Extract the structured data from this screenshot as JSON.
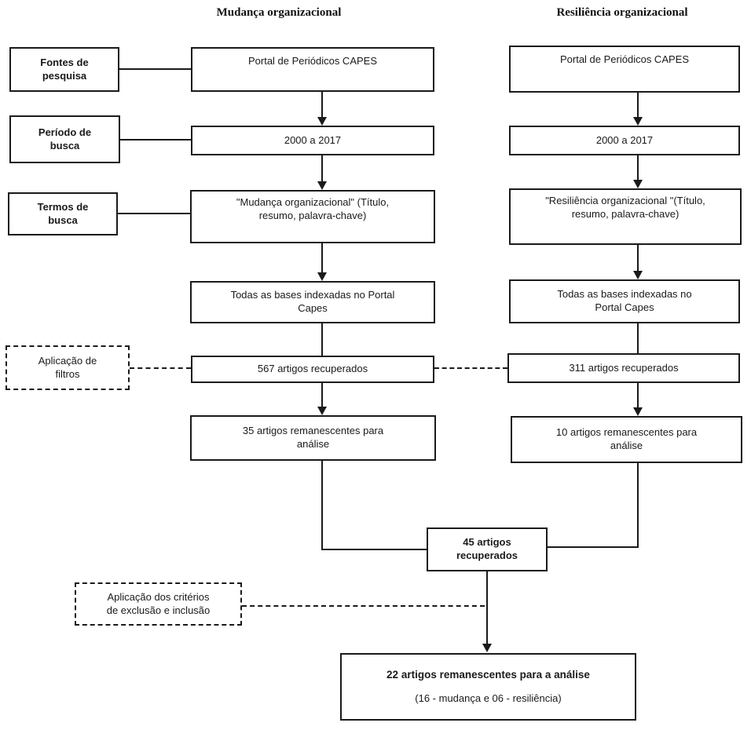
{
  "titles": {
    "left": "Mudança organizacional",
    "right": "Resiliência organizacional"
  },
  "side_labels": {
    "fontes": {
      "line1": "Fontes de",
      "line2": "pesquisa"
    },
    "periodo": {
      "line1": "Período de",
      "line2": "busca"
    },
    "termos": {
      "line1": "Termos de",
      "line2": "busca"
    },
    "filtros": {
      "line1": "Aplicação de",
      "line2": "filtros"
    },
    "criterios": {
      "line1": "Aplicação dos critérios",
      "line2": "de exclusão e inclusão"
    }
  },
  "left_column": {
    "source": "Portal de Periódicos CAPES",
    "period": "2000 a 2017",
    "terms_line1": "\"Mudança organizacional\" (Título,",
    "terms_line2": "resumo, palavra-chave)",
    "bases_line1": "Todas as bases indexadas no Portal",
    "bases_line2": "Capes",
    "retrieved": "567 artigos recuperados",
    "remaining_line1": "35 artigos remanescentes para",
    "remaining_line2": "análise"
  },
  "right_column": {
    "source": "Portal de Periódicos CAPES",
    "period": "2000 a 2017",
    "terms_line1": "\"Resiliência organizacional \"(Título,",
    "terms_line2": "resumo, palavra-chave)",
    "bases_line1": "Todas as bases indexadas no",
    "bases_line2": "Portal Capes",
    "retrieved": "311 artigos recuperados",
    "remaining_line1": "10 artigos remanescentes para",
    "remaining_line2": "análise"
  },
  "merge": {
    "line1": "45 artigos",
    "line2": "recuperados"
  },
  "final": {
    "line1": "22 artigos remanescentes para a análise",
    "line2": "(16 - mudança e 06 - resiliência)"
  }
}
